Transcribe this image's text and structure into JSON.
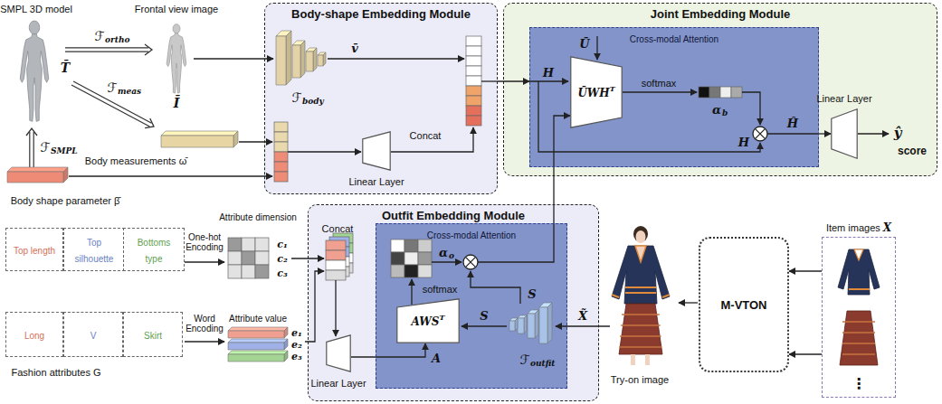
{
  "diagram": {
    "nodes": [
      {
        "text": [
          "Body-shape Embedding Module"
        ]
      },
      {
        "text": [
          "Linear Layer"
        ],
        "in": 0
      },
      {
        "text": [
          "Joint Embedding Module"
        ]
      },
      {
        "text": [
          "Cross-modal Attention"
        ],
        "in": 2
      },
      {
        "text": [
          "ŪWH",
          "T"
        ],
        "in": 3
      },
      {
        "text": [
          "Linear Layer"
        ],
        "in": 2
      },
      {
        "text": [
          "Outfit Embedding Module"
        ]
      },
      {
        "text": [
          "Cross-modal Attention"
        ],
        "in": 6
      },
      {
        "text": [
          "AWS",
          "T"
        ],
        "in": 7
      },
      {
        "text": [
          "Linear Layer"
        ],
        "in": 6
      },
      {
        "text": [
          "Top length"
        ]
      },
      {
        "text": [
          "Top silhouette"
        ]
      },
      {
        "text": [
          "Bottoms type"
        ]
      },
      {
        "text": [
          "Long"
        ]
      },
      {
        "text": [
          "V"
        ]
      },
      {
        "text": [
          "Skirt"
        ]
      },
      {
        "text": [
          "M-VTON"
        ]
      },
      {
        "text": [
          "Item images",
          "X"
        ]
      }
    ],
    "edges": [
      {
        "from": 0,
        "to": 3,
        "arrow": "to"
      },
      {
        "from": 7,
        "to": 4,
        "arrow": "to"
      },
      {
        "from": 3,
        "to": 5,
        "arrow": "to"
      },
      {
        "from": 9,
        "to": 8,
        "arrow": "to"
      },
      {
        "from": 17,
        "to": 16,
        "arrow": "to"
      },
      {
        "from": 17,
        "to": 16,
        "arrow": "to"
      }
    ],
    "labels": [
      "SMPL 3D model",
      "Frontal view image",
      "T̄",
      "Ī",
      "ℱ",
      "ortho",
      "ℱ",
      "meas",
      "ℱ",
      "SMPL",
      "Body measurements ω̄",
      "Body shape parameter β̄",
      "ℱ",
      "body",
      "v̄",
      "Concat",
      "Ū",
      "H",
      "softmax",
      "α",
      "b",
      "H",
      "Ĥ",
      "ŷ",
      "score",
      "Concat",
      "α",
      "o",
      "softmax",
      "S",
      "S",
      "A",
      "ℱ",
      "outfit",
      "X̃",
      "Fashion attributes G",
      "One-hot Encoding",
      "Word Encoding",
      "Attribute dimension",
      "c₁",
      "c₂",
      "c₃",
      "Attribute value",
      "e₁",
      "e₂",
      "e₃",
      "Try-on image",
      "⋮"
    ]
  }
}
